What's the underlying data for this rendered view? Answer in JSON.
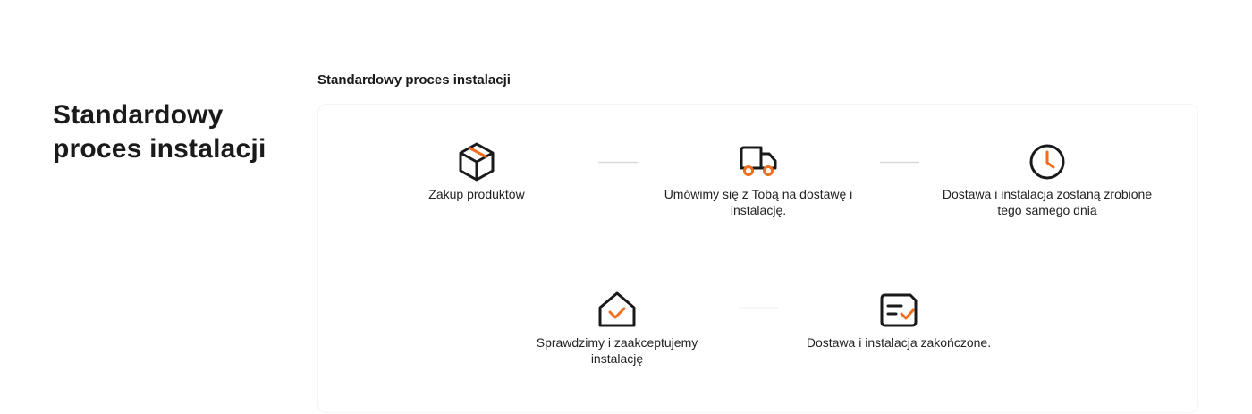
{
  "side": {
    "title_line1": "Standardowy",
    "title_line2": "proces instalacji"
  },
  "section": {
    "title": "Standardowy proces instalacji"
  },
  "colors": {
    "accent": "#f26d1f",
    "ink": "#1a1a1a",
    "arrow": "#d9d9d9"
  },
  "steps": [
    {
      "icon": "box-icon",
      "label": "Zakup produktów"
    },
    {
      "icon": "truck-icon",
      "label": "Umówimy się z Tobą na dostawę i instalację."
    },
    {
      "icon": "clock-icon",
      "label": "Dostawa i instalacja zostaną zrobione tego samego dnia"
    },
    {
      "icon": "house-check-icon",
      "label": "Sprawdzimy i zaakceptujemy instalację"
    },
    {
      "icon": "document-check-icon",
      "label": "Dostawa i instalacja zakończone."
    }
  ]
}
